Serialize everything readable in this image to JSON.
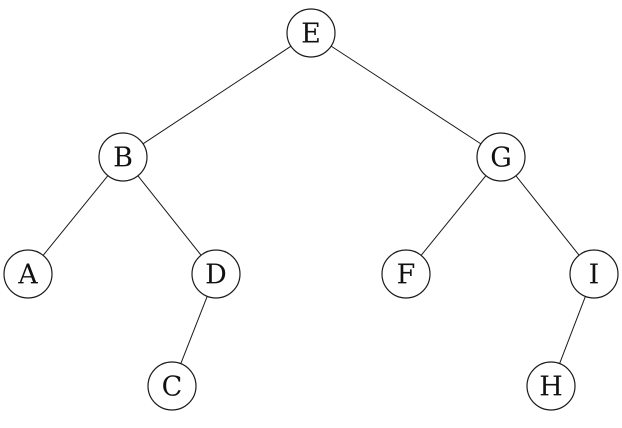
{
  "tree": {
    "nodes": [
      {
        "id": "E",
        "label": "E"
      },
      {
        "id": "B",
        "label": "B"
      },
      {
        "id": "G",
        "label": "G"
      },
      {
        "id": "A",
        "label": "A"
      },
      {
        "id": "D",
        "label": "D"
      },
      {
        "id": "F",
        "label": "F"
      },
      {
        "id": "I",
        "label": "I"
      },
      {
        "id": "C",
        "label": "C"
      },
      {
        "id": "H",
        "label": "H"
      }
    ],
    "edges": [
      {
        "from": "E",
        "to": "B"
      },
      {
        "from": "E",
        "to": "G"
      },
      {
        "from": "B",
        "to": "A"
      },
      {
        "from": "B",
        "to": "D"
      },
      {
        "from": "D",
        "to": "C"
      },
      {
        "from": "G",
        "to": "F"
      },
      {
        "from": "G",
        "to": "I"
      },
      {
        "from": "I",
        "to": "H"
      }
    ]
  }
}
